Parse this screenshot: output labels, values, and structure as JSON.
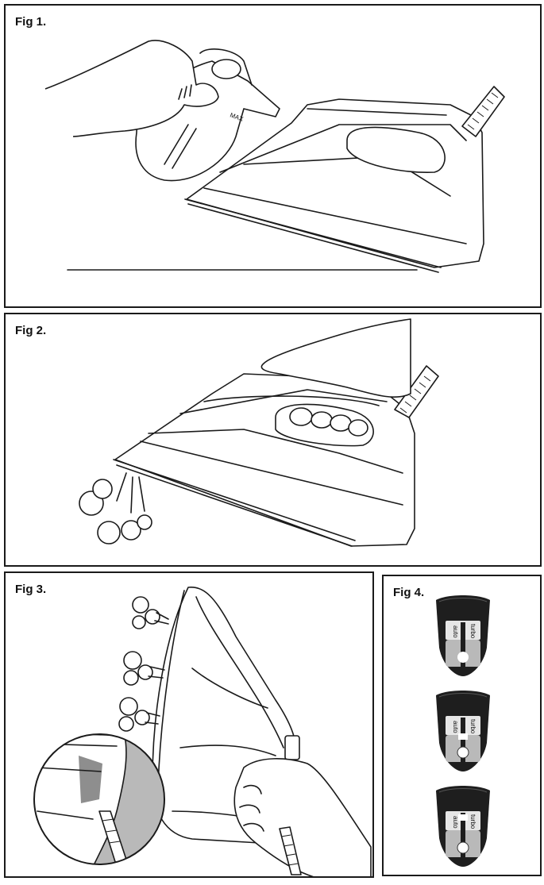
{
  "figures": {
    "fig1": {
      "label": "Fig 1.",
      "max_marking": "MAX"
    },
    "fig2": {
      "label": "Fig 2."
    },
    "fig3": {
      "label": "Fig 3."
    },
    "fig4": {
      "label": "Fig 4.",
      "controls": [
        {
          "left": "auto",
          "right": "turbo",
          "selected": "steam-off"
        },
        {
          "left": "auto",
          "right": "turbo",
          "selected": "auto"
        },
        {
          "left": "auto",
          "right": "turbo",
          "selected": "turbo"
        }
      ]
    }
  },
  "colors": {
    "line": "#1a1a1a",
    "dark_handle": "#1e1e1e",
    "grey_panel": "#b9b9b9"
  }
}
